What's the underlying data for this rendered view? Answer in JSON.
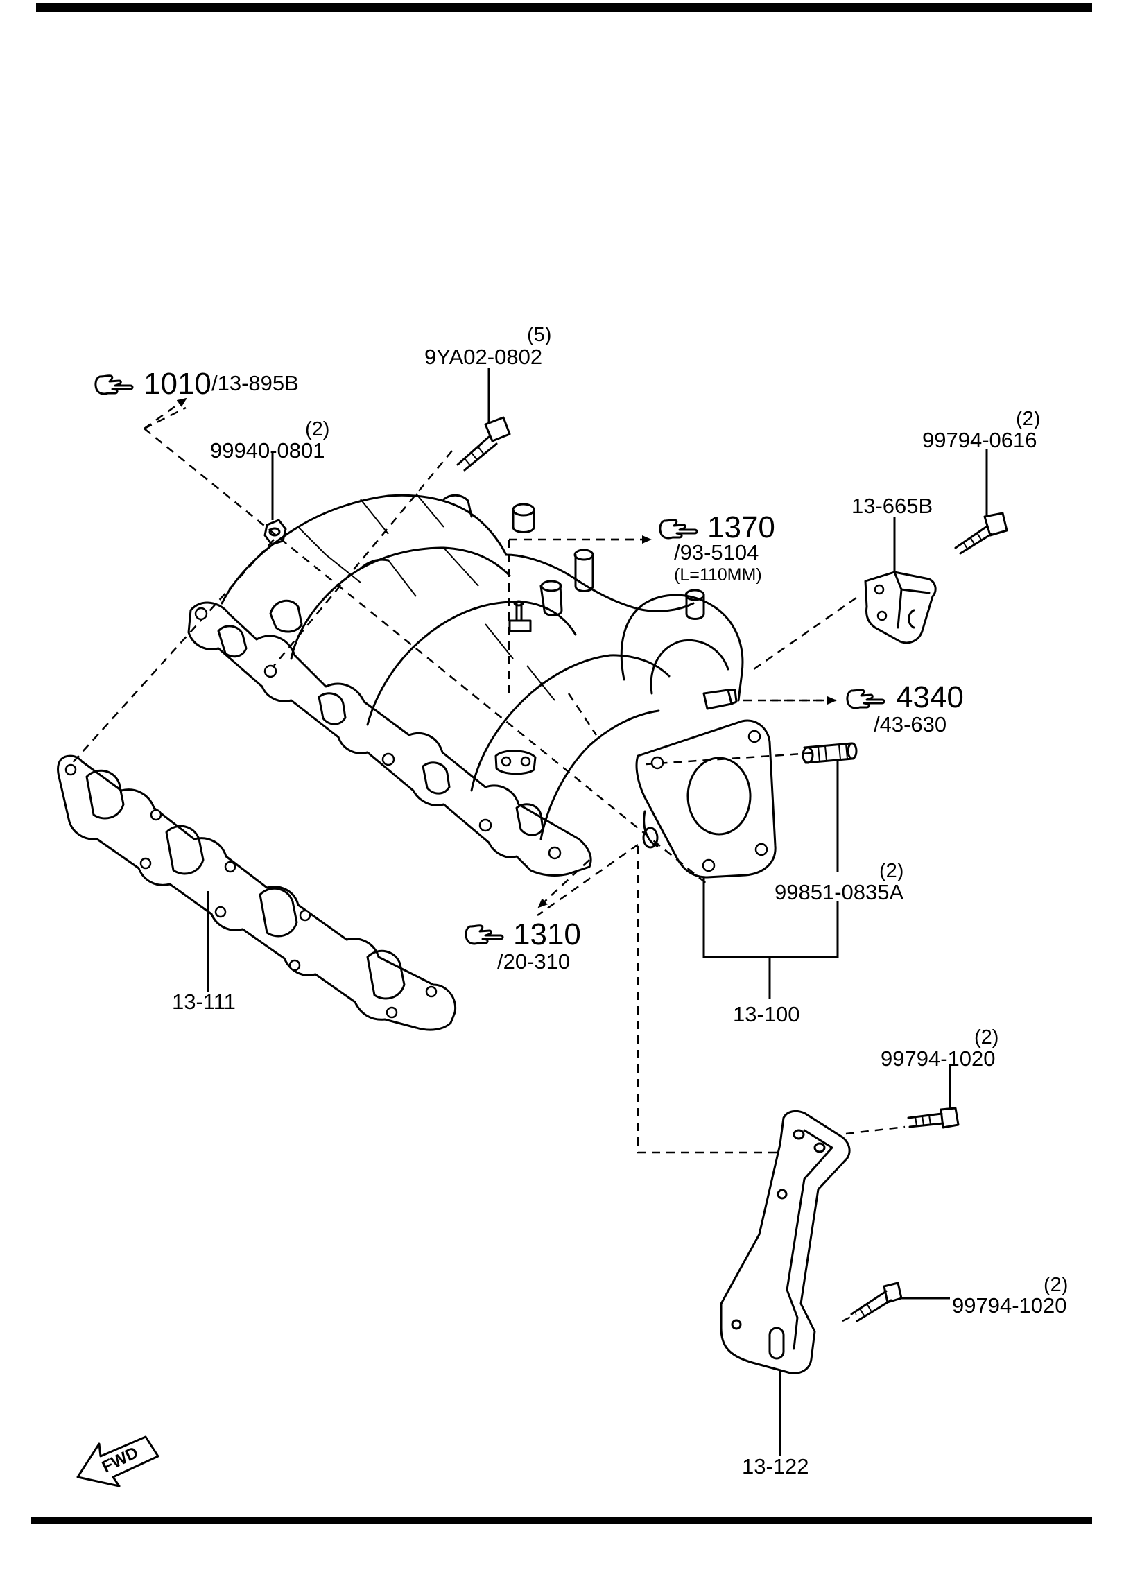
{
  "diagram": {
    "parts": {
      "bolt_9ya02_0802": {
        "number": "9YA02-0802",
        "qty": "(5)"
      },
      "nut_99940_0801": {
        "number": "99940-0801",
        "qty": "(2)"
      },
      "bolt_99794_0616": {
        "number": "99794-0616",
        "qty": "(2)"
      },
      "bracket_13_665b": {
        "number": "13-665B"
      },
      "stud_99851_0835a": {
        "number": "99851-0835A",
        "qty": "(2)"
      },
      "manifold_13_100": {
        "number": "13-100"
      },
      "gasket_13_111": {
        "number": "13-111"
      },
      "bolt_99794_1020_upper": {
        "number": "99794-1020",
        "qty": "(2)"
      },
      "bolt_99794_1020_lower": {
        "number": "99794-1020",
        "qty": "(2)"
      },
      "bracket_13_122": {
        "number": "13-122"
      }
    },
    "references": {
      "ref_1010": {
        "figure": "1010",
        "part": "/13-895B"
      },
      "ref_1370": {
        "figure": "1370",
        "part": "/93-5104",
        "note": "(L=110MM)"
      },
      "ref_4340": {
        "figure": "4340",
        "part": "/43-630"
      },
      "ref_1310": {
        "figure": "1310",
        "part": "/20-310"
      }
    },
    "fwd_label": "FWD",
    "reference_icon": "pointing-hand-icon",
    "fwd_icon": "forward-arrow-icon"
  }
}
